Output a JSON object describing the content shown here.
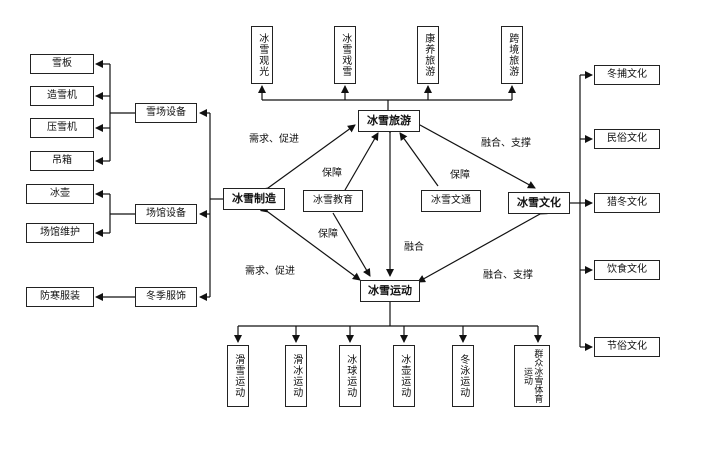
{
  "hubs": {
    "tourism": "冰雪旅游",
    "manufacturing": "冰雪制造",
    "culture": "冰雪文化",
    "sports": "冰雪运动",
    "education": "冰雪教育",
    "literature": "冰雪文通"
  },
  "tourism_items": [
    "冰雪观光",
    "冰雪戏雪",
    "康养旅游",
    "跨境旅游"
  ],
  "equipment": {
    "snow_field": "雪场设备",
    "venue": "场馆设备",
    "winter_gear": "冬季服饰",
    "snow_field_items": [
      "雪板",
      "造雪机",
      "压雪机",
      "吊箱"
    ],
    "venue_items": [
      "冰壶",
      "场馆维护"
    ],
    "winter_gear_items": [
      "防寒服装"
    ]
  },
  "culture_items": [
    "冬捕文化",
    "民俗文化",
    "猎冬文化",
    "饮食文化",
    "节俗文化"
  ],
  "sports_items": [
    "滑雪运动",
    "滑冰运动",
    "冰球运动",
    "冰壶运动",
    "冬泳运动",
    "群众冰雪体育运动"
  ],
  "edge_labels": {
    "demand_promote_top": "需求、促进",
    "demand_promote_bottom": "需求、促进",
    "integrate_support_top": "融合、支撑",
    "integrate_support_bottom": "融合、支撑",
    "guarantee_1": "保障",
    "guarantee_2": "保障",
    "guarantee_3": "保障",
    "integrate": "融合"
  }
}
